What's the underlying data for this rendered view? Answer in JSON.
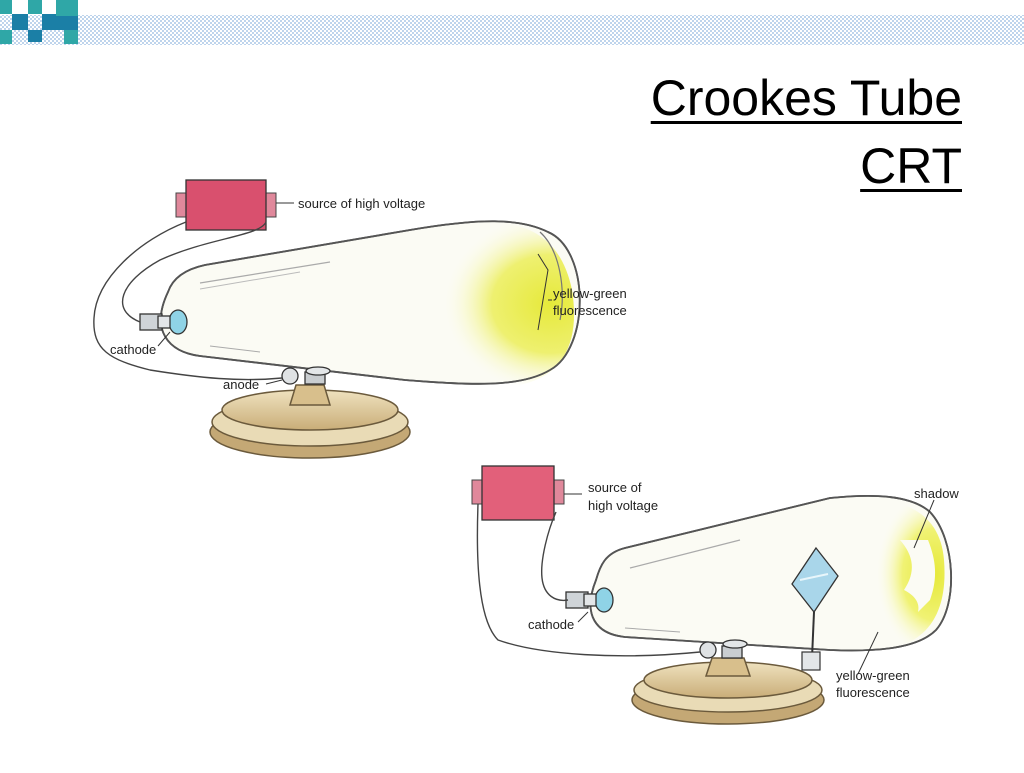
{
  "slide": {
    "title_line1": "Crookes Tube",
    "title_line2": "CRT"
  },
  "diagram_top": {
    "labels": {
      "voltage": "source of high voltage",
      "fluor1": "yellow-green",
      "fluor2": "fluorescence",
      "cathode": "cathode",
      "anode": "anode"
    }
  },
  "diagram_bottom": {
    "labels": {
      "voltage1": "source of",
      "voltage2": "high voltage",
      "shadow": "shadow",
      "cathode": "cathode",
      "fluor1": "yellow-green",
      "fluor2": "fluorescence"
    }
  },
  "colors": {
    "header_blue": "#1b7fa6",
    "header_teal": "#2fa7a7",
    "header_pattern": "#a8c6e6",
    "fluorescence": "#ecec3a",
    "voltage_box": "#d9506e",
    "base_tan": "#d9c49a"
  }
}
